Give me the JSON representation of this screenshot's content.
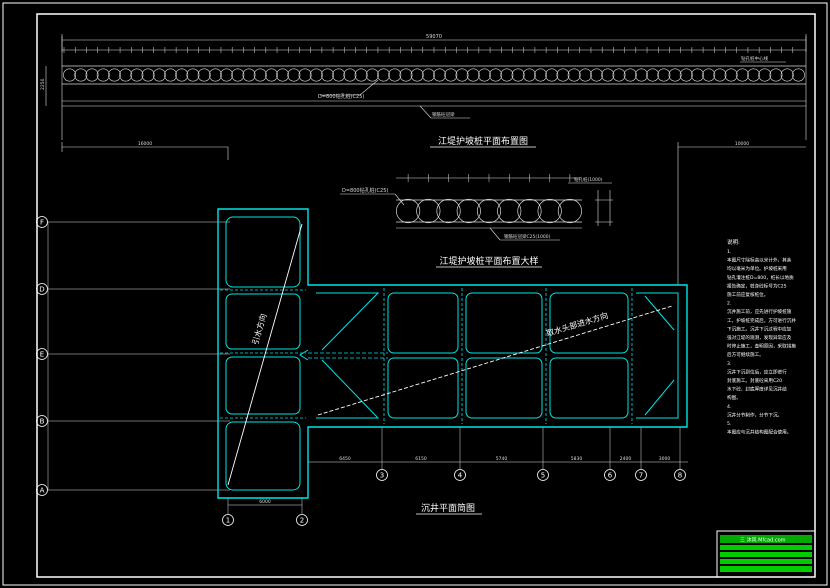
{
  "titles": {
    "pile_layout": "江堤护坡桩平面布置图",
    "pile_detail": "江堤护坡桩平面布置大样",
    "caisson_plan": "沉井平面简图"
  },
  "annotations": {
    "d_pile_top": "D=800钻孔桩(C25)",
    "d_pile_detail": "D=800钻孔桩(C25)",
    "top_right_note": "钻孔桩中心线",
    "beam_note_top": "钢筋砼冠梁",
    "beam_note_detail": "钢筋砼冠梁C25(1000)",
    "detail_right_note": "钻孔桩(1000)",
    "overall_dim": "59070",
    "left_gap_dim": "16000",
    "right_gap_dim": "10000",
    "side_dim": "2250"
  },
  "caisson": {
    "diag_text_left": "引水方向",
    "diag_text_right": "取水头部进水方向"
  },
  "row_axes": [
    "F",
    "D",
    "E",
    "B",
    "A"
  ],
  "col_axes": [
    "1",
    "2",
    "3",
    "4",
    "5",
    "6",
    "7",
    "8"
  ],
  "col_dims": [
    "6450",
    "6150",
    "5740",
    "5830",
    "2400",
    "3000"
  ],
  "bottom_dim": "6000",
  "notes": {
    "title": "说明:",
    "lines": [
      "1.",
      "本图尺寸除标高以米计外，其余",
      "均以毫米为单位。护坡桩采用",
      "钻孔灌注桩D=800，桩长以地质",
      "报告确定，桩身砼标号为C25",
      "施工前应复核桩位。",
      "2.",
      "沉井施工前，应先进行护坡桩施",
      "工，护坡桩完成后，方可进行沉井",
      "下沉施工。沉井下沉过程中应加",
      "强对江堤的观测，发现异常应及",
      "时停止施工，查明原因，采取措施",
      "后方可继续施工。",
      "3.",
      "沉井下沉到位后，应立即进行",
      "封底施工。封底砼采用C20",
      "水下砼，封底厚度详见沉井结",
      "构图。",
      "4.",
      "沉井分节制作，分节下沉。",
      "5.",
      "本图应与沉井结构图配合使用。"
    ]
  },
  "title_block": {
    "logo": "三 沐风 Mfcad.com"
  }
}
